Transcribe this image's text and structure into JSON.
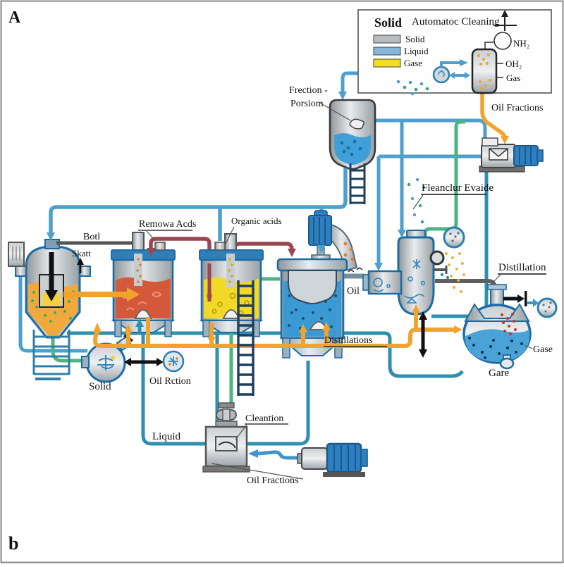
{
  "panel": {
    "top_label": "A",
    "bottom_label": "b"
  },
  "legend": {
    "title": "Solid",
    "subtitle": "Automatoc Cleaning",
    "items": [
      {
        "label": "Solid",
        "color": "#b9bcbe"
      },
      {
        "label": "Liquid",
        "color": "#85b8d8"
      },
      {
        "label": "Gase",
        "color": "#f3df1c"
      }
    ],
    "nh2": "NH₂",
    "oh2": "OH₂",
    "gas": "Gas"
  },
  "annotations": {
    "oil_fractions_top": "Oil Fractions",
    "frection_line1": "Frection -",
    "frection_line2": "Porsiom",
    "fleanclur": "Fleanclur Evaide",
    "botl": "Botl",
    "skatt": "Skatt",
    "remowa_acds": "Remowa Acds",
    "organic_acids": "Organic acids",
    "oil": "Oil",
    "distillation": "Distillation",
    "distillations": "Distillations",
    "gase": "Gase",
    "gare": "Gare",
    "solid_flask": "Solid",
    "oil_rction": "Oil Rction",
    "liquid": "Liquid",
    "cleantion": "Cleantion",
    "oil_fractions_bottom": "Oil Fractions"
  },
  "colors": {
    "pipe_blue": "#4e9fcc",
    "pipe_teal": "#2f8fae",
    "pipe_green": "#4db380",
    "pipe_maroon": "#9a4752",
    "pipe_orange": "#f2a32d",
    "pipe_gray": "#5f5f5f",
    "vess_outline": "#1c6ca3",
    "liquid_blue": "#3b99d4",
    "liquid_orange": "#f2a93b",
    "liquid_red": "#d4593a",
    "liquid_yellow": "#f2d928"
  }
}
